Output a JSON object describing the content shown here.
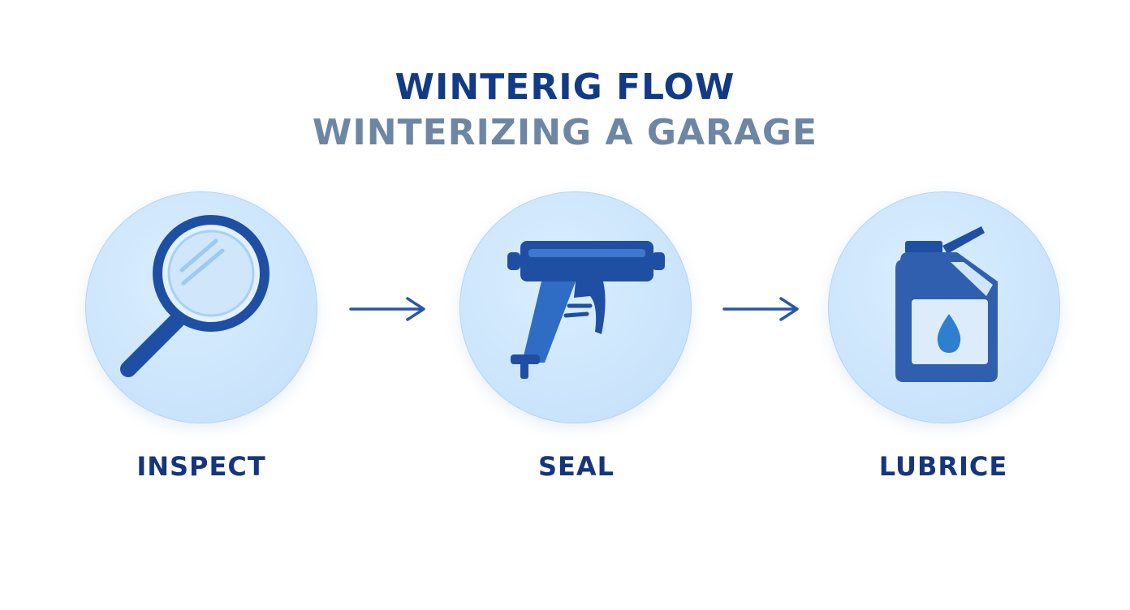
{
  "header": {
    "title": "WINTERIG FLOW",
    "subtitle": "WINTERIZING A GARAGE"
  },
  "steps": [
    {
      "label": "INSPECT",
      "icon": "magnifying-glass-icon"
    },
    {
      "label": "SEAL",
      "icon": "caulk-gun-icon"
    },
    {
      "label": "LUBRICE",
      "icon": "oil-jug-icon"
    }
  ],
  "colors": {
    "title": "#123a86",
    "subtitle": "#6d86a3",
    "circle": "#cde6fc",
    "icon_dark": "#1f4fa3",
    "icon_mid": "#2f6cc4",
    "arrow": "#2a56a8"
  }
}
